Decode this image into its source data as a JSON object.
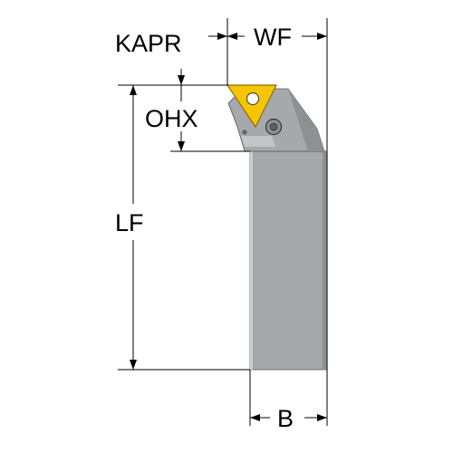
{
  "labels": {
    "kapr": "KAPR",
    "wf": "WF",
    "ohx": "OHX",
    "lf": "LF",
    "b": "B"
  },
  "colors": {
    "shank_fill": "#a6a9ab",
    "shank_highlight": "#cbcdcf",
    "shank_shadow": "#7e8183",
    "insert_fill": "#f7c500",
    "insert_outline": "#8a6d00",
    "line": "#000000",
    "background": "#ffffff"
  },
  "icons": {
    "insert": "triangular-insert-icon",
    "clamp_screw": "clamp-screw-icon"
  }
}
